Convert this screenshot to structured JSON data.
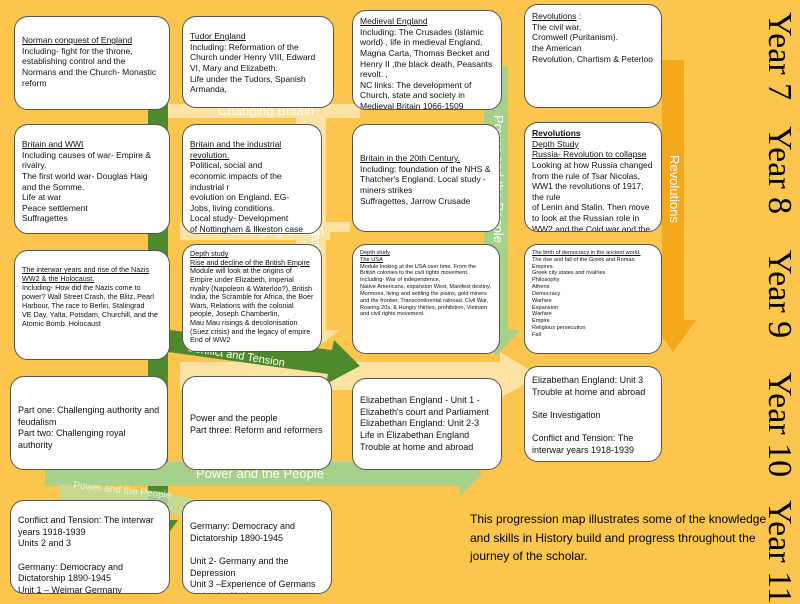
{
  "years": [
    "Year 7",
    "Year 8",
    "Year 9",
    "Year 10",
    "Year 11"
  ],
  "colors": {
    "background": "#fcc64e",
    "light_arrow": "#fde3a3",
    "conflict_arrow": "#4e8a2c",
    "power_arrow": "#a5d18b",
    "revolutions_arrow": "#f4a91c"
  },
  "arrow_labels": {
    "changing_britain": "Changing Britain",
    "conflict_and_tension": "Conflict and Tension",
    "power_and_the_people": "Power and the People",
    "revolutions": "Revolutions",
    "power_and_the_people_faded": "Power and the People"
  },
  "cards": {
    "y7_norman": {
      "title": "Norman conquest of England",
      "body": "Including- fight for the throne, establishing control and the Normans and the Church- Monastic reform"
    },
    "y7_tudor": {
      "title": "Tudor England",
      "body": "Including: Reformation of the Church under Henry VIII, Edward VI, Mary and Elizabeth.\nLife under the Tudors, Spanish Armanda,"
    },
    "y7_medieval": {
      "title": "Medieval England",
      "body": "Including: The Crusades (Islamic world) , life in medieval England, Magna Carta, Thomas Becket and Henry II ,the black death, Peasants revolt. ,\nNC links: The development of Church, state and society in Medieval Britain 1066-1509"
    },
    "y7_revolutions": {
      "title": "Revolutions",
      "body": ":\nThe civil war,\nCromwell (Puritanism).\nthe American\nRevolution,  Chartism & Peterloo"
    },
    "y8_wwi": {
      "title": "Britain and WWI",
      "body": "Including causes of war- Empire & rivalry.\nThe first world war- Douglas Haig and the Somme.\nLife at war\nPeace settlement\nSuffragettes"
    },
    "y8_industrial": {
      "title": "Britain and the industrial revolution.",
      "body": "Political, social and\neconomic impacts of the industrial r\nevolution on England. EG-\nJobs, living conditions.\nLocal study- Development\nof Nottingham & Ilkeston case\nstudies (from foundation to now)"
    },
    "y8_20th": {
      "title": "Britain in the 20th Century.",
      "body": "Including:  foundation of the NHS & Thatcher's England. Local study - miners strikes\nSuffragettes, Jarrow Crusade"
    },
    "y8_russia": {
      "title": "Revolutions",
      "subtitle": "Depth Study",
      "subtitle2": "Russia- Revolution to collapse",
      "body": "Looking at how Russia changed from the rule of Tsar Nicolas, WW1 the revolutions of 1917, the rule\nof Lenin and Stalin. Then move to look at the Russian role in WW2 and the Cold war and the collapse of the USSR."
    },
    "y9_interwar": {
      "title": "The interwar years and rise of the Nazis WW2 & the Holocaust.",
      "body": "Including- How did the Nazis come to power? Wall Street Crash, the Blitz, Pearl Harbour, The race to Berlin, Stalingrad\nVE Day, Yalta, Potsdam, Churchill, and the Atomic Bomb. Holocaust"
    },
    "y9_empire": {
      "title": "Depth study",
      "subtitle": "Rise and decline of the British Empire",
      "body": "Module will look at the origins of Empire under Elizabeth, imperial rivalry (Napoleon & Waterloo?),  British India, the Scramble for Africa, the Boer Wars, Relations with the colonial\npeople, Joseph Chamberlin,\nMau Mau risings & decolonisation (Suez crisis) and the legacy of empire  End of WW2"
    },
    "y9_usa": {
      "title": "Depth study",
      "subtitle": "The USA",
      "body": "Module looking at the USA over time. From the British colonies to the civil rights movement.\nIncluding- War of independence,\nNative Americans, expansion West, Manifest destiny, Mormons, living and settling the plains, gold miners and the frontier, Transcontinental railroad, Civil War, Roaring 20s, & Hungry thirties, prohibition, Vietnam and civil rights movement."
    },
    "y9_democracy": {
      "title": "The birth of democracy in the ancient world.",
      "body": "The rise and fall of the Greek and Roman Empires.\nGreek city states and rivalries\nPhilosophy\nAthens\nDemocracy\nWarfare\nExpansion\nWarfare\nEmpire\nReligious persecution\nFall"
    },
    "y10_part1": {
      "body": "Part one: Challenging authority and feudalism\nPart two: Challenging royal authority"
    },
    "y10_power": {
      "body": "Power and the people\nPart three: Reform and reformers"
    },
    "y10_elizabethan": {
      "body": "Elizabethan England - Unit 1 -\n Elizabeth's court and Parliament\nElizabethan England: Unit 2-3\nLife in Elizabethan England\nTrouble at home and abroad"
    },
    "y10_unit3": {
      "body": "Elizabethan England: Unit 3\nTrouble at home and abroad\n\nSite Investigation\n\nConflict and Tension: The interwar years 1918-1939"
    },
    "y11_conflict": {
      "body": "Conflict and Tension: The interwar years 1918-1939\nUnits 2 and 3\n\nGermany: Democracy and Dictatorship  1890-1945\nUnit 1 – Weimar Germany"
    },
    "y11_germany": {
      "body": "Germany: Democracy and Dictatorship 1890-1945\n\nUnit 2-  Germany and the Depression\nUnit 3 –Experience of Germans under the Nazis"
    }
  },
  "summary": "This progression map illustrates some of the knowledge and skills in History build and progress throughout the journey of the scholar."
}
